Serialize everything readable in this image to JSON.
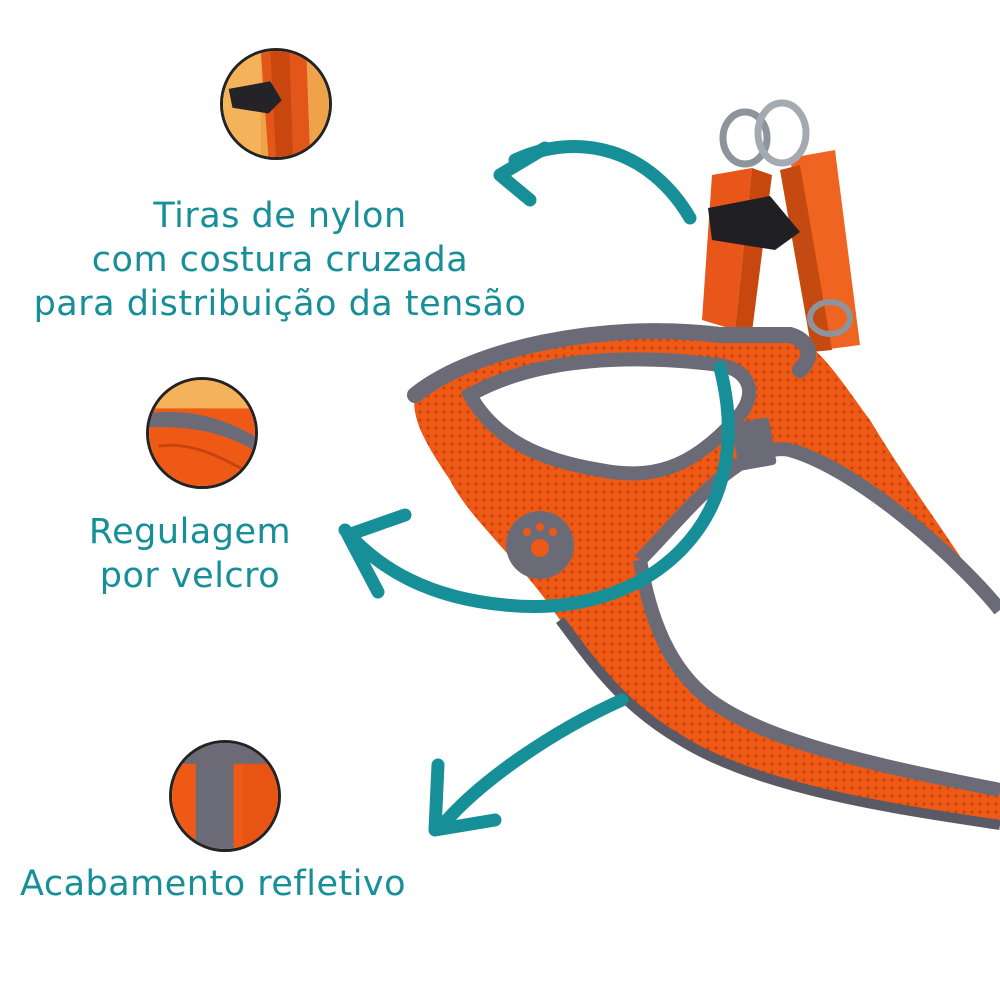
{
  "features": [
    {
      "lines": [
        "Tiras de nylon",
        "com costura cruzada",
        "para distribuição da tensão"
      ],
      "thumbnail": "nylon-strap-buckle-closeup"
    },
    {
      "lines": [
        "Regulagem",
        "por velcro"
      ],
      "thumbnail": "velcro-strap-closeup"
    },
    {
      "lines": [
        "Acabamento refletivo"
      ],
      "thumbnail": "reflective-trim-closeup"
    }
  ],
  "colors": {
    "accent_teal": "#178f99",
    "harness_orange": "#f05a14",
    "trim_gray": "#6b6b78",
    "ring_silver": "#9aa0a8"
  },
  "icons": [
    "paw-logo-icon",
    "curved-arrow-icon"
  ]
}
